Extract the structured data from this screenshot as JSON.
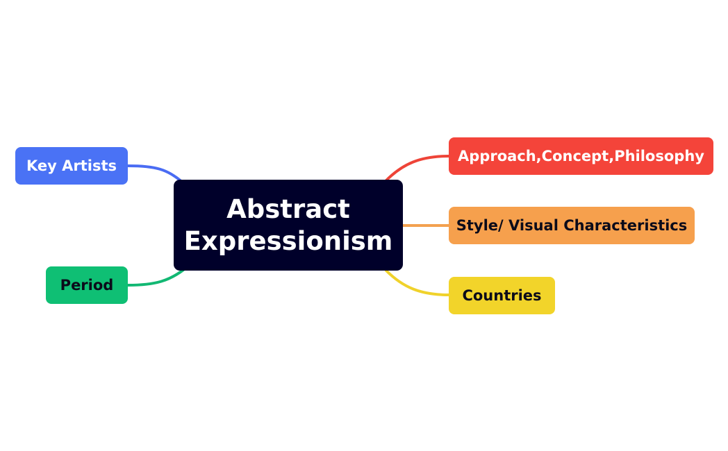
{
  "central": {
    "line1": "Abstract",
    "line2": "Expressionism",
    "bg": "#00002a",
    "color": "#ffffff"
  },
  "topics": {
    "key_artists": {
      "label": "Key Artists",
      "bg": "#4a72f5",
      "color": "#ffffff",
      "line": "#4a6cf3"
    },
    "period": {
      "label": "Period",
      "bg": "#0fbf74",
      "color": "#0b0b1a",
      "line": "#12b873"
    },
    "approach": {
      "label": "Approach,Concept,Philosophy",
      "bg": "#f4443a",
      "color": "#ffffff",
      "line": "#ee4438"
    },
    "style": {
      "label": "Style/ Visual Characteristics",
      "bg": "#f6a04d",
      "color": "#0b0b1a",
      "line": "#f3a04f"
    },
    "countries": {
      "label": "Countries",
      "bg": "#f2d42a",
      "color": "#0b0b1a",
      "line": "#f0d22b"
    }
  }
}
